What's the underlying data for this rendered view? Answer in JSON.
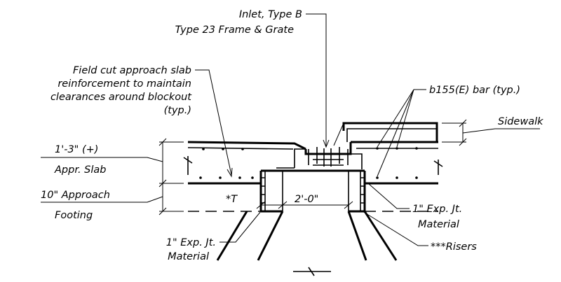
{
  "labels": {
    "inlet_line1": "Inlet, Type B",
    "inlet_line2": "Type 23 Frame & Grate",
    "field_cut_line1": "Field cut approach slab",
    "field_cut_line2": "reinforcement to maintain",
    "field_cut_line3": "clearances around blockout",
    "field_cut_line4": "(typ.)",
    "bar_callout": "b155(E) bar (typ.)",
    "sidewalk": "Sidewalk",
    "slab_dim": "1'-3\" (+)",
    "slab_name": "Appr. Slab",
    "footing_dim": "10\" Approach",
    "footing_name": "Footing",
    "t_dim": "*T",
    "width_dim": "2'-0\"",
    "exp_jt_right_line1": "1\" Exp. Jt.",
    "exp_jt_right_line2": "Material",
    "exp_jt_left_line1": "1\" Exp. Jt.",
    "exp_jt_left_line2": "Material",
    "risers": "***Risers"
  }
}
